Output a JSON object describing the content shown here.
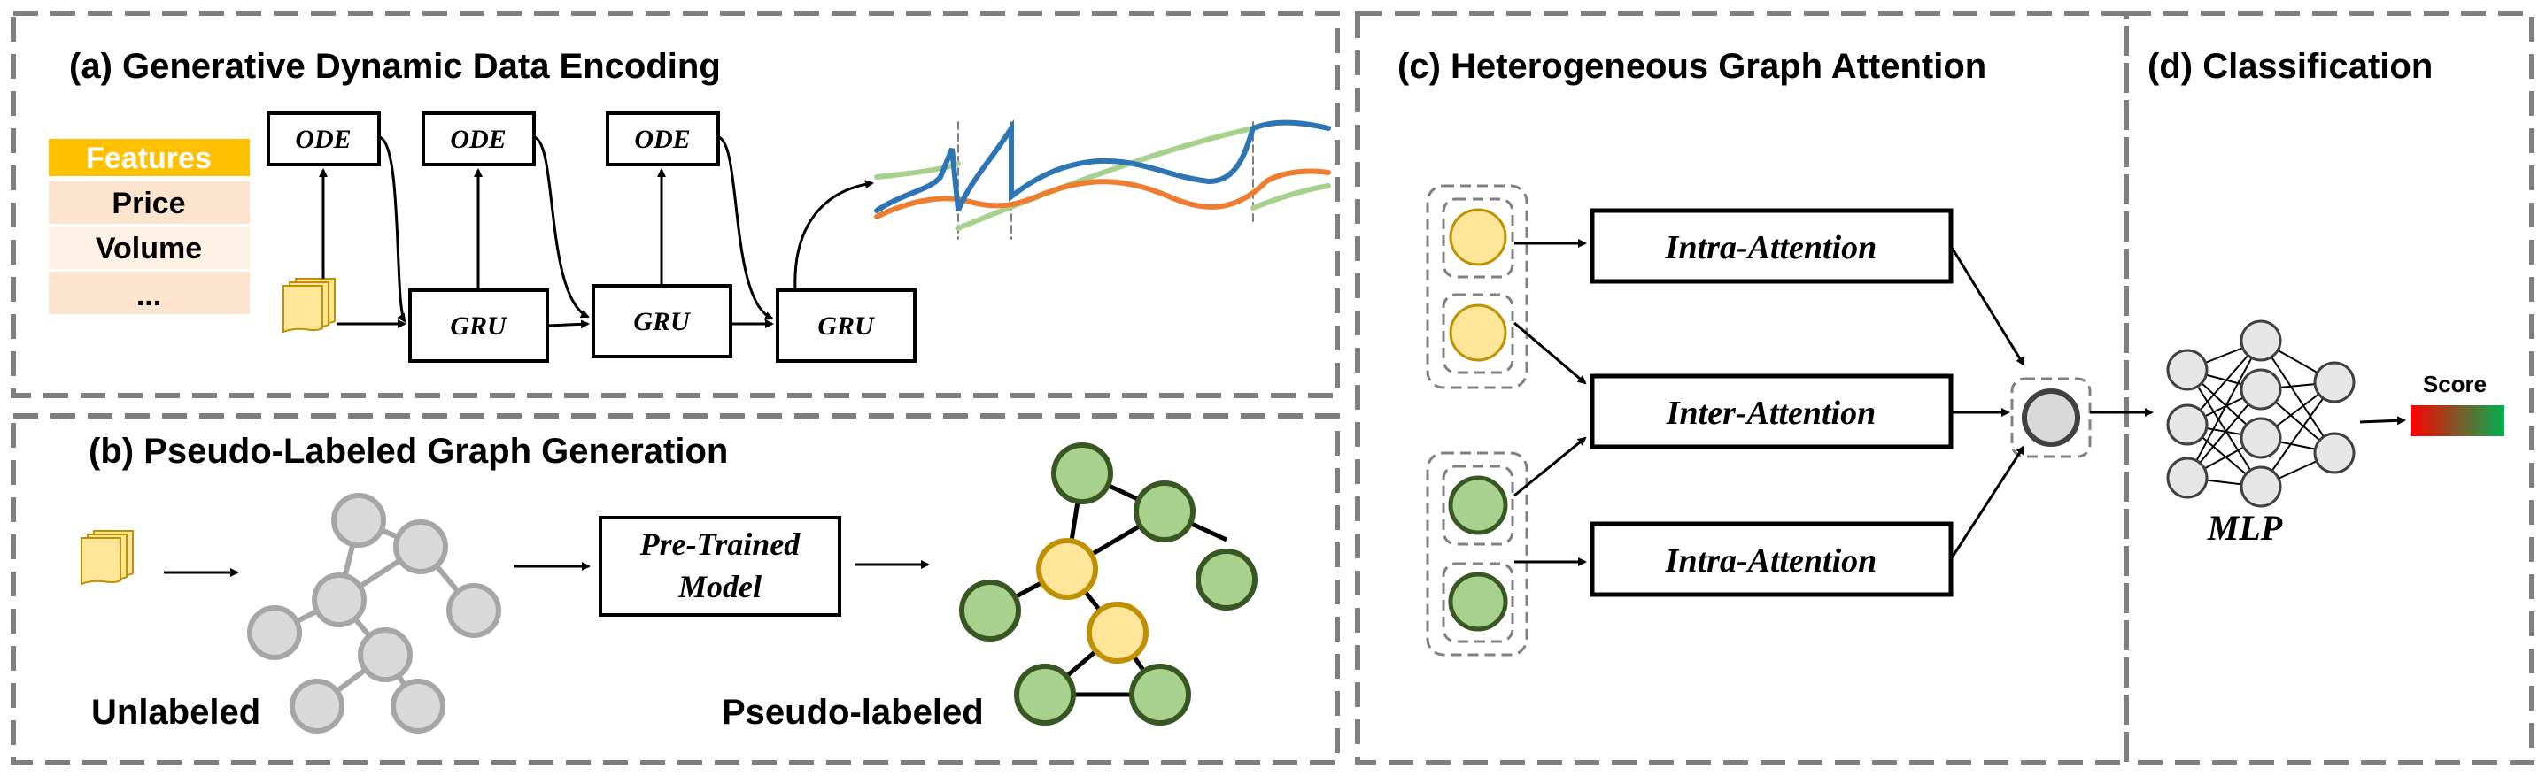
{
  "panels": {
    "a": {
      "title": "(a) Generative Dynamic Data Encoding"
    },
    "b": {
      "title": "(b) Pseudo-Labeled Graph Generation"
    },
    "c": {
      "title": "(c) Heterogeneous Graph Attention"
    },
    "d": {
      "title": "(d) Classification"
    }
  },
  "features": {
    "header": "Features",
    "rows": [
      "Price",
      "Volume",
      "..."
    ]
  },
  "encoder": {
    "ode_label": "ODE",
    "gru_label": "GRU"
  },
  "graph_generation": {
    "model_label_line1": "Pre-Trained",
    "model_label_line2": "Model",
    "unlabeled_caption": "Unlabeled",
    "pseudo_caption": "Pseudo-labeled"
  },
  "attention": {
    "intra_label": "Intra-Attention",
    "inter_label": "Inter-Attention"
  },
  "classification": {
    "mlp_label": "MLP",
    "score_label": "Score"
  },
  "colors": {
    "feature_header": "#ffc000",
    "feature_row_dark": "#fce4cf",
    "feature_row_light": "#fef1e6",
    "gray_node": "#d9d9d9",
    "gray_stroke": "#a6a6a6",
    "yellow_node": "#ffe699",
    "yellow_stroke": "#bf9000",
    "green_node": "#a9d18e",
    "green_stroke": "#385723",
    "blue_curve": "#2e75b6",
    "orange_curve": "#ed7d31",
    "green_curve": "#a9d18e",
    "score_low": "#ff0000",
    "score_high": "#00b050"
  }
}
